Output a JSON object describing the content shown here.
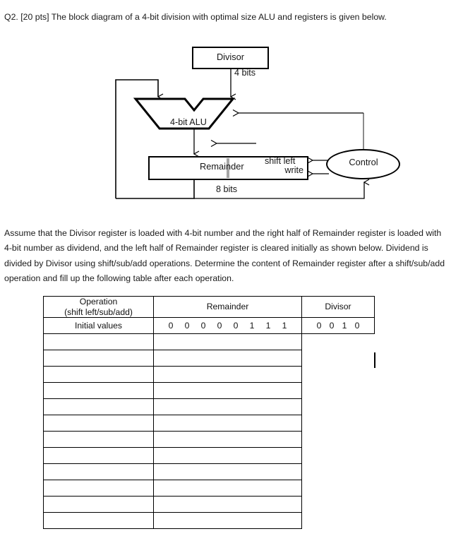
{
  "question": {
    "text": "Q2. [20 pts] The block diagram of a 4-bit division with optimal size ALU and registers is given below."
  },
  "diagram": {
    "divisor_label": "Divisor",
    "bus_4bits_label": "4 bits",
    "alu_label": "4-bit ALU",
    "remainder_label": "Remainder",
    "shift_left_label": "shift left",
    "write_label": "write",
    "bus_8bits_label": "8 bits",
    "control_label": "Control"
  },
  "body": {
    "paragraph": "Assume that the Divisor register is loaded with 4-bit number and the right half of Remainder register is loaded with 4-bit number as dividend, and the left half of Remainder register is cleared initially as shown below. Dividend is divided by Divisor using shift/sub/add operations. Determine the content of Remainder register after a shift/sub/add operation and fill up the following table after each operation."
  },
  "table": {
    "headers": {
      "operation_line1": "Operation",
      "operation_line2": "(shift left/sub/add)",
      "remainder": "Remainder",
      "divisor": "Divisor"
    },
    "rows": [
      {
        "operation": "Initial values",
        "remainder_bits": [
          "0",
          "0",
          "0",
          "0",
          "0",
          "1",
          "1",
          "1"
        ],
        "divisor_bits": [
          "0",
          "0",
          "1",
          "0"
        ]
      }
    ],
    "empty_row_count": 12
  },
  "colors": {
    "ink": "#000000",
    "text": "#1a1a1a",
    "register_split": "#a6a6a6"
  }
}
